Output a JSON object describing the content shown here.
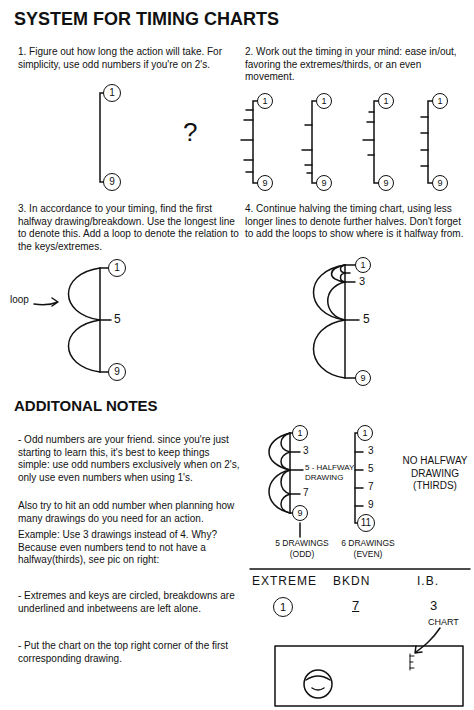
{
  "diagram": {
    "title": "SYSTEM FOR TIMING CHARTS",
    "nodes": [
      {
        "text": [
          "1"
        ]
      },
      {
        "text": [
          "9"
        ]
      },
      {
        "text": [
          "1"
        ]
      },
      {
        "text": [
          "9"
        ]
      },
      {
        "text": [
          "1"
        ]
      },
      {
        "text": [
          "9"
        ]
      },
      {
        "text": [
          "1"
        ]
      },
      {
        "text": [
          "9"
        ]
      },
      {
        "text": [
          "1"
        ]
      },
      {
        "text": [
          "9"
        ]
      },
      {
        "text": [
          "1"
        ]
      },
      {
        "text": [
          "9"
        ]
      },
      {
        "text": [
          "1"
        ]
      },
      {
        "text": [
          "9"
        ]
      },
      {
        "text": [
          "1"
        ]
      },
      {
        "text": [
          "9"
        ]
      },
      {
        "text": [
          "1"
        ]
      },
      {
        "text": [
          "11"
        ]
      },
      {
        "text": [
          "1"
        ]
      }
    ],
    "edges": [
      {
        "from": 0,
        "to": 1,
        "arrow": "none"
      },
      {
        "from": 2,
        "to": 3,
        "arrow": "none"
      },
      {
        "from": 4,
        "to": 5,
        "arrow": "none"
      },
      {
        "from": 6,
        "to": 7,
        "arrow": "none"
      },
      {
        "from": 8,
        "to": 9,
        "arrow": "none"
      },
      {
        "from": 10,
        "to": 11,
        "arrow": "none"
      },
      {
        "from": 12,
        "to": 13,
        "arrow": "none"
      },
      {
        "from": 14,
        "to": 15,
        "arrow": "none"
      },
      {
        "from": 16,
        "to": 17,
        "arrow": "none"
      }
    ],
    "labels": [
      "1. Figure out how long the action will take. For simplicity, use odd numbers if you're on 2's.",
      "2. Work out the timing in your mind: ease in/out, favoring the extremes/thirds, or an even movement.",
      "?",
      "3. In accordance to your timing, find the first halfway drawing/breakdown. Use the longest line to denote this. Add a loop to denote the relation to the keys/extremes.",
      "loop",
      "5",
      "4. Continue halving the timing chart, using less longer lines to denote further halves. Don't forget to add the loops to show where is it halfway from.",
      "3",
      "5",
      "ADDITONAL NOTES",
      "- Odd numbers are your friend. since you're just starting to learn this, it's best to keep things simple: use odd numbers exclusively when on 2's, only use even numbers when using 1's.",
      "Also try to hit an odd number when planning how many drawings do you need for an action.",
      "Example: Use 3 drawings instead of 4. Why? Because even numbers tend to not have a halfway(thirds), see pic on right:",
      "3",
      "5 - HALFWAY DRAWING",
      "7",
      "3",
      "5",
      "7",
      "9",
      "NO HALFWAY DRAWING (THIRDS)",
      "5 DRAWINGS (ODD)",
      "6 DRAWINGS (EVEN)",
      "- Extremes and keys are circled, breakdowns are underlined and inbetweens are left alone.",
      "EXTREME",
      "BKDN",
      "I.B.",
      "7",
      "3",
      "- Put the chart on the top right corner of the first corresponding drawing.",
      "CHART"
    ]
  }
}
